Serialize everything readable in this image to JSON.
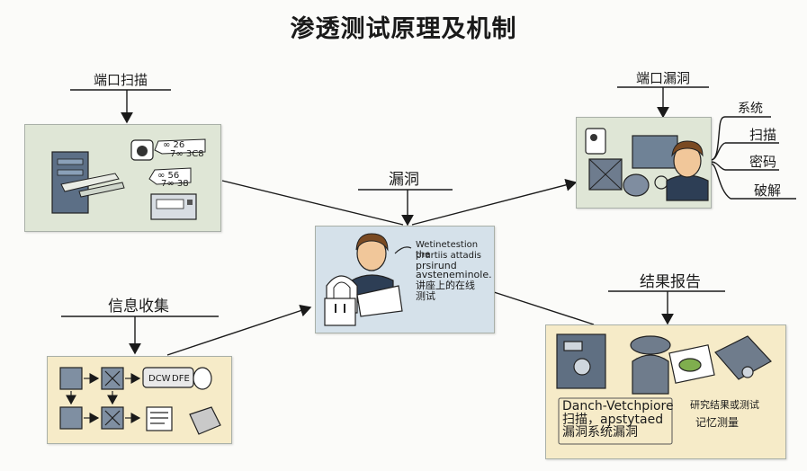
{
  "title": "渗透测试原理及机制",
  "labels": {
    "port_scan": "端口扫描",
    "port_vuln": "端口漏洞",
    "vuln": "漏洞",
    "info_gather": "信息收集",
    "result_report": "结果报告"
  },
  "branches": [
    "系统",
    "扫描",
    "密码",
    "破解"
  ],
  "center_panel": {
    "line1": "Wetinetestion the",
    "line2": "prartiis attadis",
    "line3": "prsirund",
    "line4": "avsteneminole.",
    "line5": "讲座上的在线",
    "line6": "测试"
  },
  "result_panel": {
    "line1": "Danch-Vetchpiore",
    "line2": "扫描，apstytaed",
    "line3": "漏洞系统漏洞",
    "right1": "研究结果或测试",
    "right2": "记忆测量"
  },
  "port_panel_bubbles": {
    "b1a": "∞ 26",
    "b1b": "7∞ 3C8",
    "b2a": "∞ 56",
    "b2b": "7∞ 38"
  },
  "info_panel_tags": {
    "t1": "DCW",
    "t2": "DFE"
  }
}
